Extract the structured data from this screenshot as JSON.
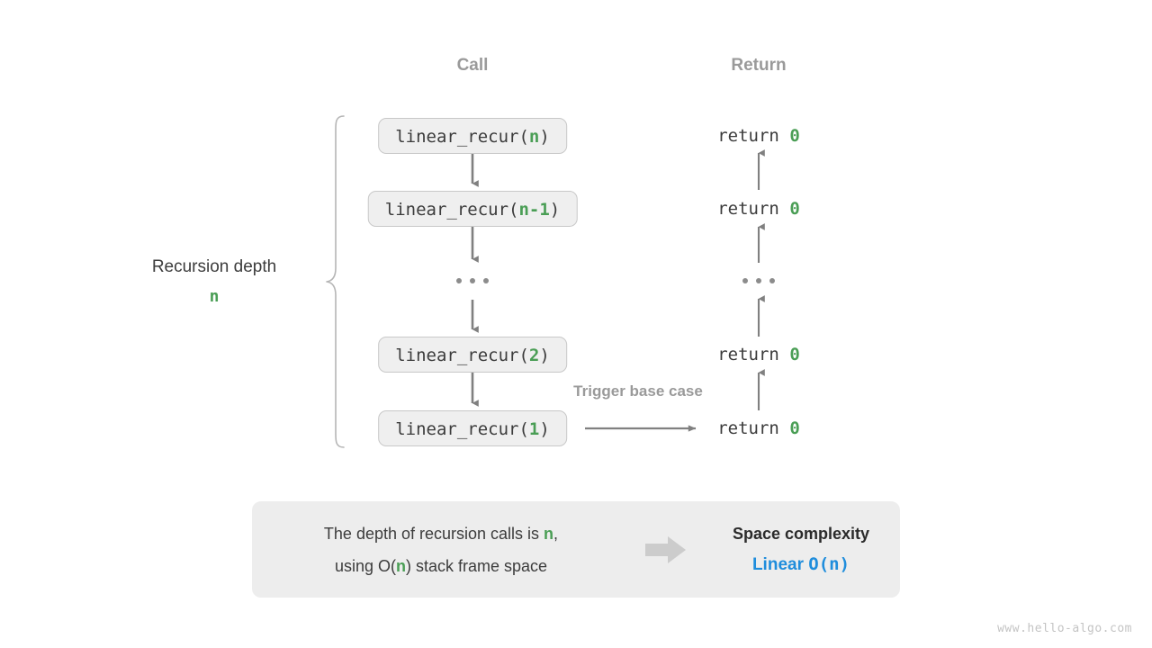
{
  "columns": {
    "call_header": "Call",
    "return_header": "Return"
  },
  "depth": {
    "label": "Recursion depth",
    "value": "n"
  },
  "call_stack": [
    {
      "fn": "linear_recur(",
      "arg": "n",
      "close": ")"
    },
    {
      "fn": "linear_recur(",
      "arg": "n-1",
      "close": ")"
    },
    {
      "fn": "linear_recur(",
      "arg": "2",
      "close": ")"
    },
    {
      "fn": "linear_recur(",
      "arg": "1",
      "close": ")"
    }
  ],
  "returns": [
    {
      "text": "return ",
      "value": "0"
    },
    {
      "text": "return ",
      "value": "0"
    },
    {
      "text": "return ",
      "value": "0"
    },
    {
      "text": "return ",
      "value": "0"
    }
  ],
  "ellipsis": "...",
  "trigger_label": "Trigger base case",
  "summary": {
    "line1_a": "The depth of recursion calls is ",
    "line1_var": "n",
    "line1_b": ",",
    "line2_a": "using O(",
    "line2_var": "n",
    "line2_b": ") stack frame space",
    "complexity_title": "Space complexity",
    "complexity_word": "Linear",
    "complexity_notation": "O(n)"
  },
  "watermark": "www.hello-algo.com",
  "colors": {
    "accent_green": "#4a9e55",
    "accent_blue": "#1f8ddc",
    "box_fill": "#efefef",
    "box_border": "#c8c8c8",
    "arrow_gray": "#808080",
    "muted_gray": "#9a9a9a",
    "panel_fill": "#ededed",
    "text": "#3c3c3c"
  }
}
